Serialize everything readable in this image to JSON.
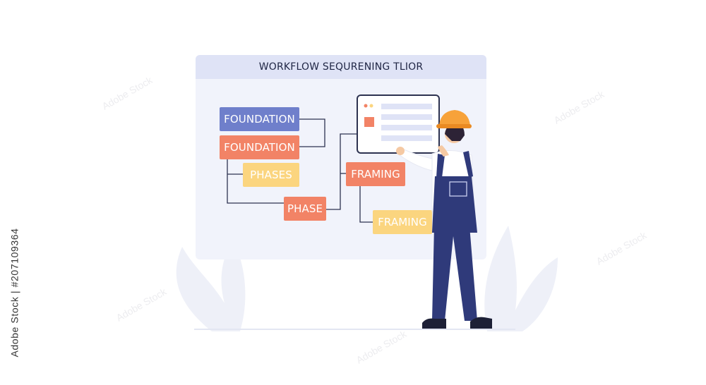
{
  "diagram": {
    "title": "WORKFLOW SEQURENING TLIOR",
    "nodes": [
      {
        "id": "n1",
        "label": "FOUNDATION",
        "tone": "blue"
      },
      {
        "id": "n2",
        "label": "FOUNDATION",
        "tone": "coral"
      },
      {
        "id": "n3",
        "label": "PHASES",
        "tone": "yellow"
      },
      {
        "id": "n4",
        "label": "PHASE",
        "tone": "coral"
      },
      {
        "id": "n5",
        "label": "FRAMING",
        "tone": "coral"
      },
      {
        "id": "n6",
        "label": "FRAMING",
        "tone": "yellow"
      }
    ],
    "edges": [
      {
        "from": "n1",
        "to": "n2"
      },
      {
        "from": "n2",
        "to": "n3"
      },
      {
        "from": "n2",
        "to": "n4"
      },
      {
        "from": "n4",
        "to": "n5"
      },
      {
        "from": "n5",
        "to": "n6"
      }
    ]
  },
  "illustration": {
    "subject": "construction worker holding a screen",
    "helmet_color": "#f7a23a",
    "overalls_color": "#2f3a7a",
    "shirt_color": "#ffffff"
  },
  "watermark": {
    "text": "Adobe Stock",
    "side_text": "Adobe Stock | #207109364"
  },
  "colors": {
    "blue": "#6f7fcb",
    "coral": "#f28366",
    "yellow": "#fbd57f",
    "panel": "#f1f3fb",
    "header": "#dfe3f6"
  }
}
